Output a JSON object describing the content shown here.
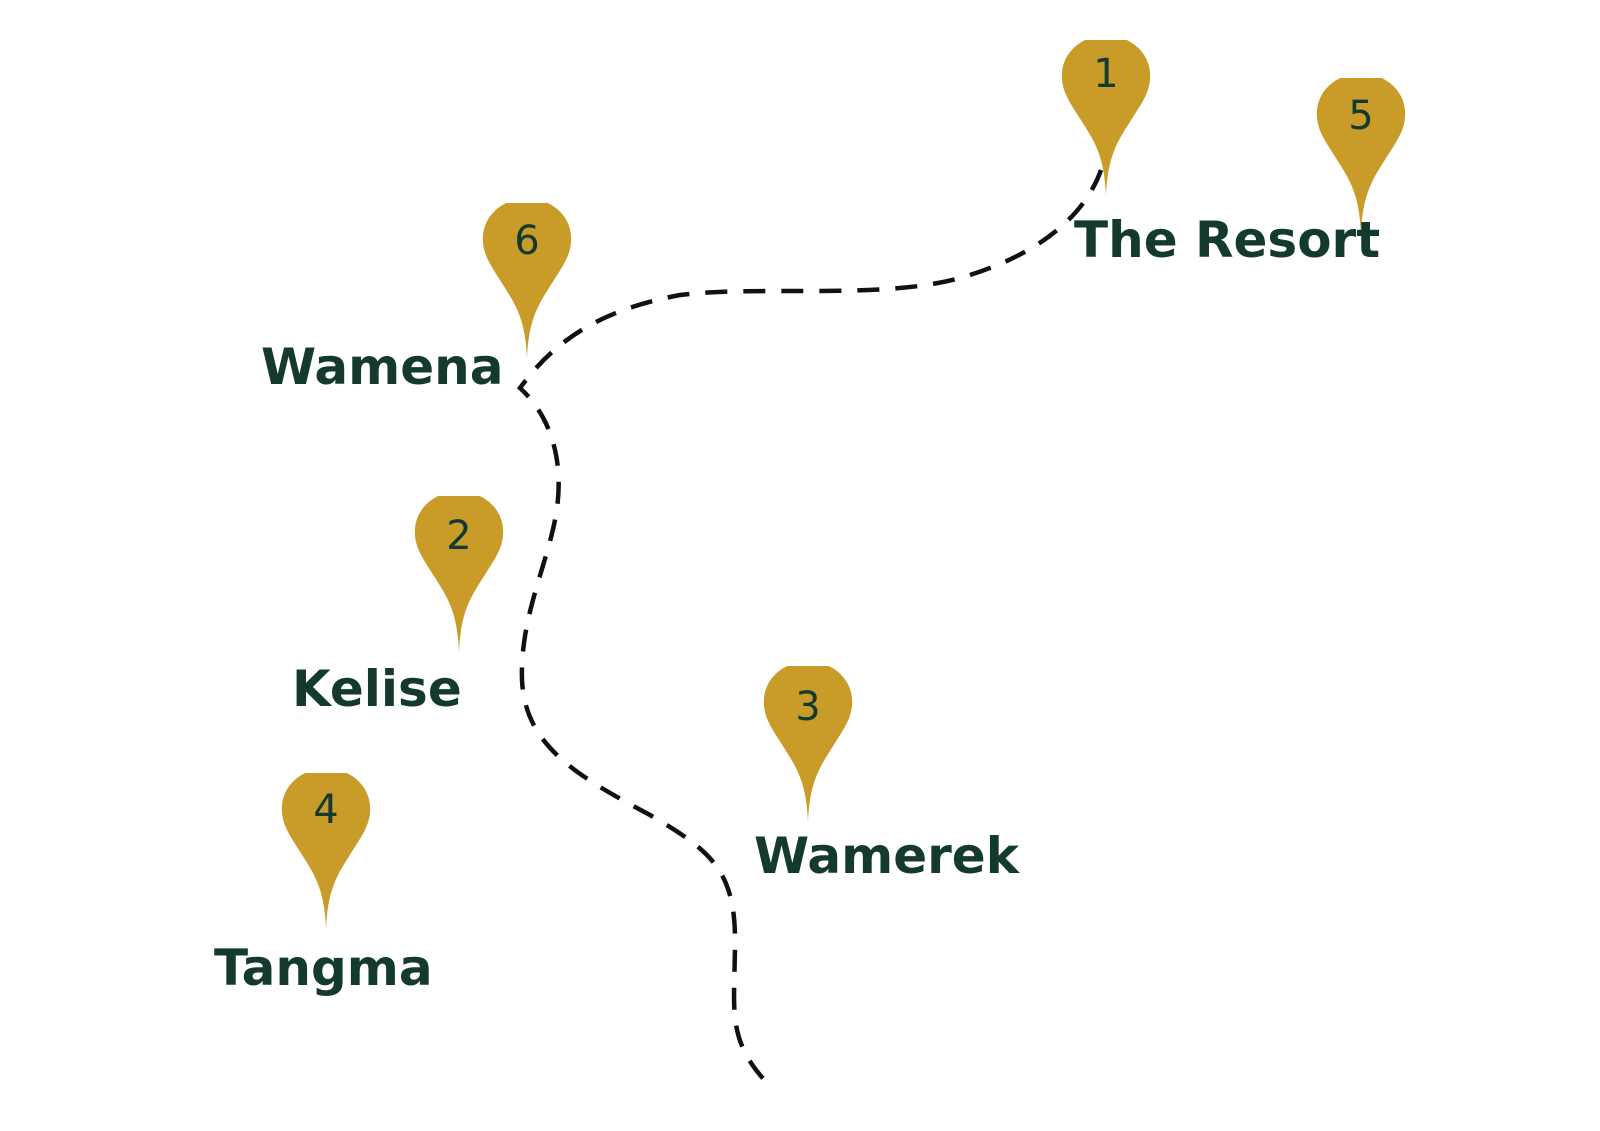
{
  "colors": {
    "pin": "#C99B28",
    "pin_number": "#143A30",
    "label": "#143A30",
    "route": "#111111"
  },
  "pins": [
    {
      "name": "pin-1",
      "number": "1",
      "icon": "map-marker-icon"
    },
    {
      "name": "pin-2",
      "number": "2",
      "icon": "map-marker-icon"
    },
    {
      "name": "pin-3",
      "number": "3",
      "icon": "map-marker-icon"
    },
    {
      "name": "pin-4",
      "number": "4",
      "icon": "map-marker-icon"
    },
    {
      "name": "pin-5",
      "number": "5",
      "icon": "map-marker-icon"
    },
    {
      "name": "pin-6",
      "number": "6",
      "icon": "map-marker-icon"
    }
  ],
  "places": {
    "resort": "The Resort",
    "wamena": "Wamena",
    "kelise": "Kelise",
    "wamerek": "Wamerek",
    "tangma": "Tangma"
  },
  "route": {
    "style": "dashed"
  }
}
